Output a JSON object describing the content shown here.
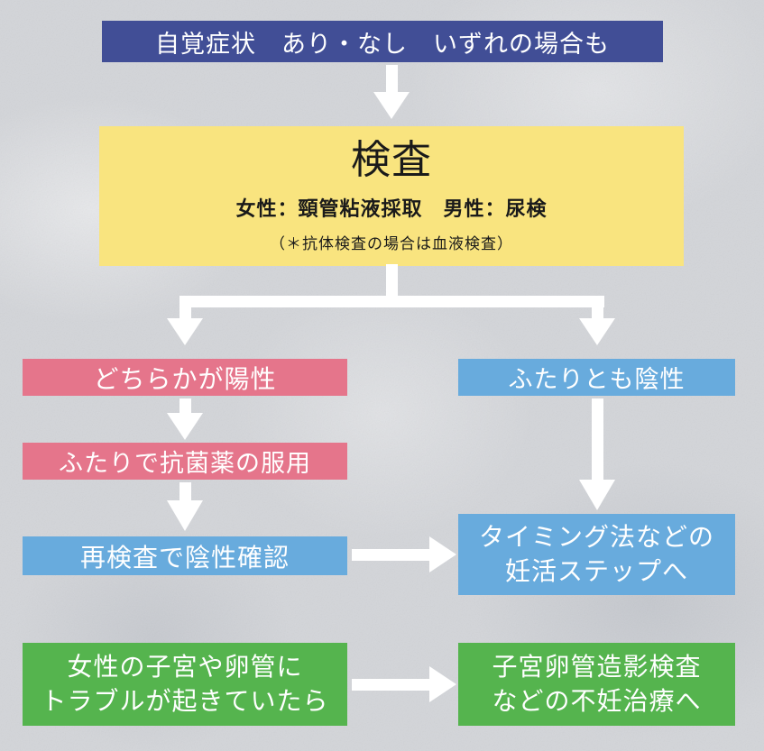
{
  "colors": {
    "background": "#d3d5d9",
    "navy": "#414e96",
    "yellow": "#f9e47f",
    "pink": "#e5758b",
    "blue": "#68abdd",
    "green": "#55b44e",
    "arrow": "#ffffff"
  },
  "banner": {
    "label": "自覚症状　あり・なし　いずれの場合も"
  },
  "exam": {
    "title": "検査",
    "subtitle": "女性：頸管粘液採取　男性：尿検",
    "note": "（＊抗体検査の場合は血液検査）"
  },
  "branch_positive": {
    "label": "どちらかが陽性"
  },
  "medication": {
    "label": "ふたりで抗菌薬の服用"
  },
  "retest": {
    "label": "再検査で陰性確認"
  },
  "branch_negative": {
    "label": "ふたりとも陰性"
  },
  "timing": {
    "line1": "タイミング法などの",
    "line2": "妊活ステップへ"
  },
  "trouble": {
    "line1": "女性の子宮や卵管に",
    "line2": "トラブルが起きていたら"
  },
  "hsg": {
    "line1": "子宮卵管造影検査",
    "line2": "などの不妊治療へ"
  }
}
